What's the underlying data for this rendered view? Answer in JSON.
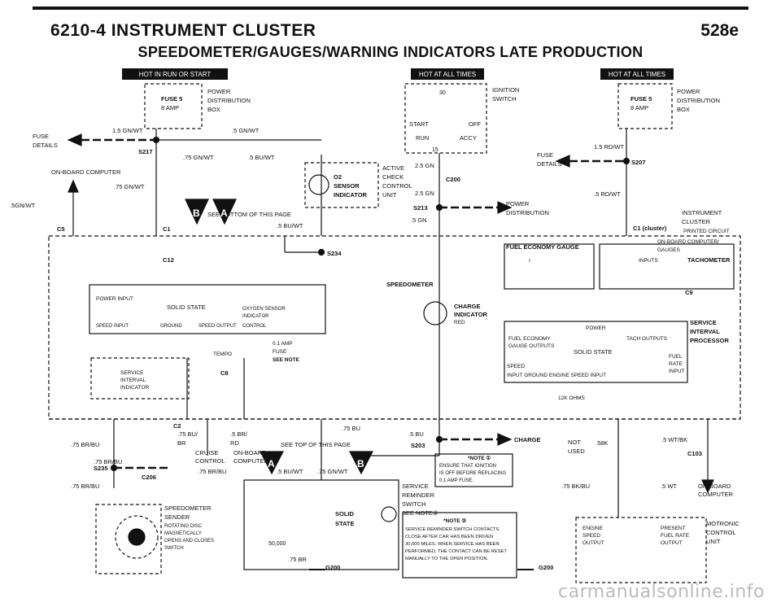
{
  "header": {
    "section": "6210-4  INSTRUMENT CLUSTER",
    "model": "528e"
  },
  "title": "SPEEDOMETER/GAUGES/WARNING INDICATORS LATE PRODUCTION",
  "badges": {
    "hot_run_start": "HOT IN RUN OR START",
    "hot_all_1": "HOT AT ALL TIMES",
    "hot_all_2": "HOT AT ALL TIMES"
  },
  "fuse5_left": {
    "name": "FUSE 5",
    "amp": "8 AMP",
    "dist1": "POWER",
    "dist2": "DISTRIBUTION",
    "dist3": "BOX"
  },
  "fuse5_right": {
    "name": "FUSE 5",
    "amp": "8 AMP",
    "dist1": "POWER",
    "dist2": "DISTRIBUTION",
    "dist3": "BOX"
  },
  "ignition": {
    "label1": "IGNITION",
    "label2": "SWITCH",
    "start": "START",
    "off": "OFF",
    "run": "RUN",
    "accy": "ACCY",
    "t30": "30",
    "t15": "15"
  },
  "fuse_details": {
    "left1": "FUSE",
    "left2": "DETAILS",
    "right1": "FUSE",
    "right2": "DETAILS"
  },
  "connectors": [
    "S217",
    "S207",
    "C200",
    "S213",
    "C1",
    "C5",
    "C12",
    "S234",
    "C8",
    "C9",
    "C2",
    "C206",
    "S235",
    "S203",
    "C103",
    "G200",
    "C1 (cluster)"
  ],
  "wires": {
    "w1": "1.5 GN/WT",
    "w2": ".5 GN/WT",
    "w3": ".75 GN/WT",
    "w4": ".5 BU/WT",
    "w5": ".75 GN/WT",
    "w6": "2.5 GN",
    "w7": "2.5 GN",
    "w8": ".5 GN",
    "w9": "1.5 RD/WT",
    "w10": ".5 RD/WT",
    "w11": ".5 BU/WT",
    "w12": ".75 BR/BU",
    "w13": ".75 BR/BU",
    "w14": ".75 BR/BU",
    "w15": ".75 BU",
    "w16": ".5 BU",
    "w17": ".5 BR/",
    "w18": "RD",
    "w19": ".75 BU/",
    "w20": "BR",
    "w21": ".5 BU/WT",
    "w22": ".75 GN/WT",
    "w23": ".75 BR/BU",
    "w24": ".5 WT/BK",
    "w25": ".75 BK/BU",
    "w26": ".5 WT",
    "w27": ".75 BR",
    "w28": ".5GN/WT"
  },
  "labels": {
    "onboard_computer": "ON-BOARD COMPUTER",
    "see_bottom": "SEE BOTTOM OF THIS PAGE",
    "o2_sensor": [
      "O2",
      "SENSOR",
      "INDICATOR"
    ],
    "active_check": [
      "ACTIVE",
      "CHECK",
      "CONTROL",
      "UNIT"
    ],
    "power_dist": [
      "POWER",
      "DISTRIBUTION"
    ],
    "instrument_cluster": [
      "INSTRUMENT",
      "CLUSTER"
    ],
    "printed_circuit": "PRINTED CIRCUIT",
    "onboard_gauges": [
      "ON-BOARD COMPUTER/",
      "GAUGES"
    ],
    "tachometer": "TACHOMETER",
    "fuel_economy_gauge": "FUEL ECONOMY GAUGE",
    "inputs": "INPUTS",
    "speedometer": "SPEEDOMETER",
    "charge_indicator": [
      "CHARGE",
      "INDICATOR",
      "RED"
    ],
    "solid_state_box": [
      "POWER INPUT",
      "SOLID STATE",
      "OXYGEN SENSOR",
      "INDICATOR",
      "SPEED INPUT",
      "GROUND",
      "SPEED OUTPUT",
      "CONTROL"
    ],
    "tempo": "TEMPO",
    "fuse_note": [
      "0.1 AMP",
      "FUSE",
      "SEE NOTE"
    ],
    "service_interval_ind": [
      "SERVICE",
      "INTERVAL",
      "INDICATOR"
    ],
    "service_interval_proc": [
      "SERVICE",
      "INTERVAL",
      "PROCESSOR"
    ],
    "power": "POWER",
    "fuel_econ_outputs": [
      "FUEL ECONOMY",
      "GAUGE OUTPUTS"
    ],
    "tach_outputs": "TACH OUTPUTS",
    "solid_state2": "SOLID STATE",
    "fuel_rate_input": [
      "FUEL",
      "RATE",
      "INPUT"
    ],
    "speed_input_row": [
      "SPEED",
      "INPUT GROUND  ENGINE SPEED INPUT"
    ],
    "ohms": "12K OHMS",
    "cruise_control": [
      "CRUISE",
      "CONTROL"
    ],
    "onboard_computer2": [
      "ON-BOARD",
      "COMPUTER"
    ],
    "see_top": "SEE TOP OF THIS PAGE",
    "charge": "CHARGE",
    "not_used": [
      "NOT",
      "USED"
    ],
    "res_58k": ".58K",
    "note1": [
      "*NOTE ①",
      "ENSURE THAT IGNITION",
      "IS OFF BEFORE REPLACING",
      "0.1 AMP FUSE."
    ],
    "note2": [
      "*NOTE ②",
      "SERVICE REMINDER SWITCH CONTACTS",
      "CLOSE AFTER CAR HAS BEEN DRIVEN",
      "30,000 MILES. WHEN SERVICE HAS BEEN",
      "PERFORMED, THE CONTACT CAN BE RESET",
      "MANUALLY TO THE OPEN POSITION."
    ],
    "service_reminder": [
      "SERVICE",
      "REMINDER",
      "SWITCH",
      "SEE NOTE②"
    ],
    "solid_state3": [
      "SOLID",
      "STATE"
    ],
    "speedo_sender": [
      "SPEEDOMETER",
      "SENDER",
      "ROTATING DISC",
      "MAGNETICALLY",
      "OPENS AND CLOSES",
      "SWITCH"
    ],
    "odo": "50,000",
    "motronic": [
      "MOTRONIC",
      "CONTROL",
      "UNIT"
    ],
    "engine_speed_output": [
      "ENGINE",
      "SPEED",
      "OUTPUT"
    ],
    "present_fuel_rate": [
      "PRESENT",
      "FUEL RATE",
      "OUTPUT"
    ],
    "onboard_computer3": [
      "ON-BOARD",
      "COMPUTER"
    ],
    "letters": [
      "B",
      "A"
    ]
  },
  "watermark": "carmanualsonline.info"
}
